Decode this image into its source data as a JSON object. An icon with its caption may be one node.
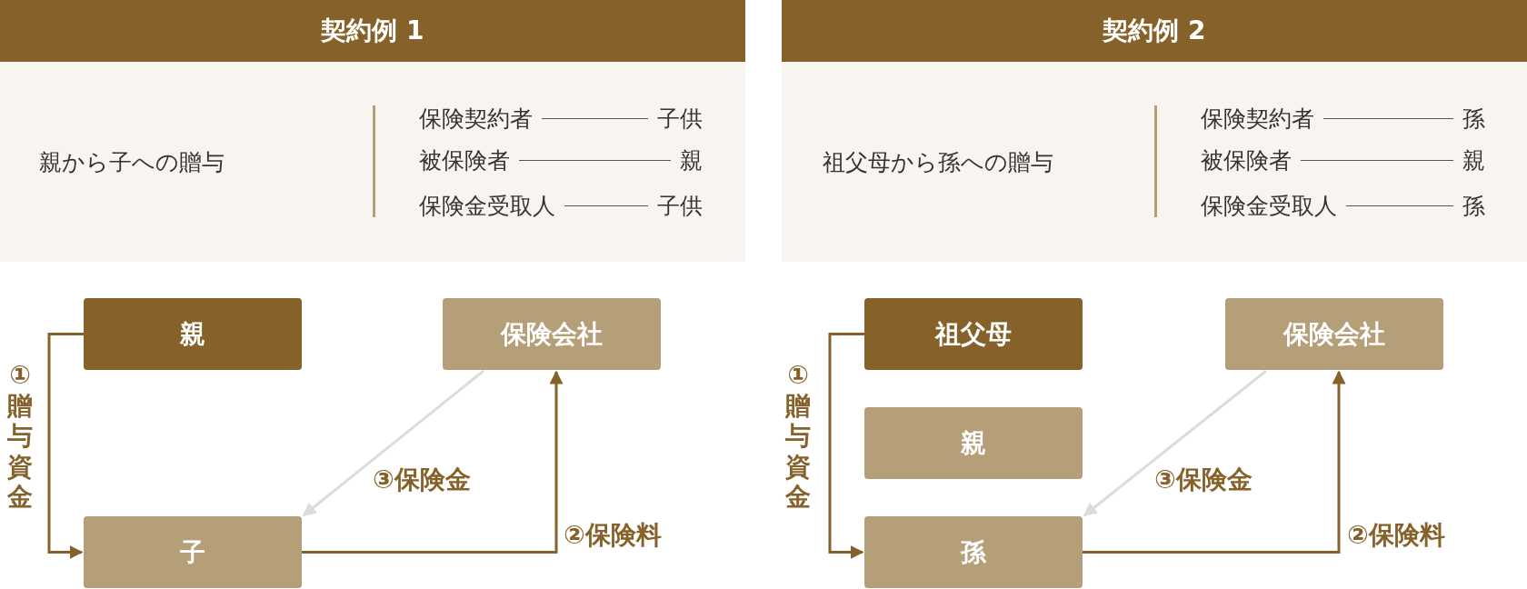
{
  "diagram": {
    "nodes": [
      {
        "text": [
          "契約例 1"
        ]
      },
      {
        "text": [
          "親から子への贈与"
        ]
      },
      {
        "text": [
          "親"
        ]
      },
      {
        "text": [
          "保険会社"
        ]
      },
      {
        "text": [
          "子"
        ]
      },
      {
        "text": [
          "契約例 2"
        ]
      },
      {
        "text": [
          "祖父母から孫への贈与"
        ]
      },
      {
        "text": [
          "祖父母"
        ]
      },
      {
        "text": [
          "保険会社"
        ]
      },
      {
        "text": [
          "親"
        ]
      },
      {
        "text": [
          "孫"
        ]
      }
    ],
    "edges": [
      {
        "from": 2,
        "to": 4,
        "arrow": "to",
        "label": "①贈与資金"
      },
      {
        "from": 4,
        "to": 3,
        "arrow": "to",
        "label": "②保険料"
      },
      {
        "from": 3,
        "to": 4,
        "arrow": "to",
        "label": "③保険金",
        "color": "#dcdcdc"
      },
      {
        "from": 7,
        "to": 10,
        "arrow": "to",
        "label": "①贈与資金"
      },
      {
        "from": 10,
        "to": 8,
        "arrow": "to",
        "label": "②保険料"
      },
      {
        "from": 8,
        "to": 10,
        "arrow": "to",
        "label": "③保険金",
        "color": "#dcdcdc"
      }
    ],
    "labels": [
      "保険契約者",
      "子供",
      "被保険者",
      "親",
      "保険金受取人",
      "子供",
      "保険契約者",
      "孫",
      "被保険者",
      "親",
      "保険金受取人",
      "孫"
    ]
  }
}
